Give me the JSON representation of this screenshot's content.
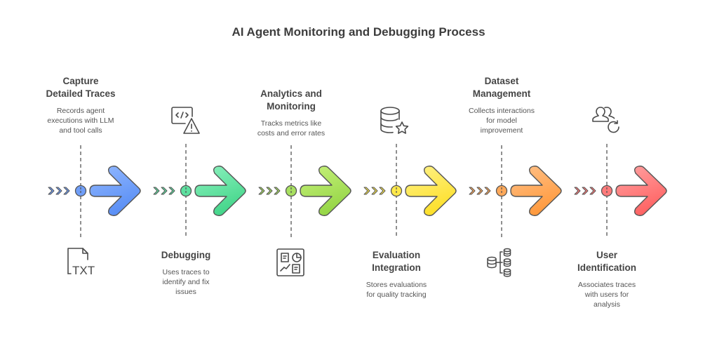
{
  "title": "AI Agent Monitoring and Debugging Process",
  "steps": [
    {
      "heading": "Capture Detailed Traces",
      "heading_lines": [
        "Capture",
        "Detailed Traces"
      ],
      "description": "Records agent executions with LLM and tool calls",
      "position": "top",
      "color": "#6f9ef8",
      "icon": "txt-file-icon"
    },
    {
      "heading": "Debugging",
      "heading_lines": [
        "Debugging"
      ],
      "description": "Uses traces to identify and fix issues",
      "position": "bottom",
      "color": "#5ee0a0",
      "icon": "code-warning-icon"
    },
    {
      "heading": "Analytics and Monitoring",
      "heading_lines": [
        "Analytics and",
        "Monitoring"
      ],
      "description": "Tracks metrics like costs and error rates",
      "position": "top",
      "color": "#a8e060",
      "icon": "dashboard-icon"
    },
    {
      "heading": "Evaluation Integration",
      "heading_lines": [
        "Evaluation",
        "Integration"
      ],
      "description": "Stores evaluations for quality tracking",
      "position": "bottom",
      "color": "#fde84a",
      "icon": "database-star-icon"
    },
    {
      "heading": "Dataset Management",
      "heading_lines": [
        "Dataset",
        "Management"
      ],
      "description": "Collects interactions for model improvement",
      "position": "top",
      "color": "#ffa95a",
      "icon": "database-tree-icon"
    },
    {
      "heading": "User Identification",
      "heading_lines": [
        "User",
        "Identification"
      ],
      "description": "Associates traces with users for analysis",
      "position": "bottom",
      "color": "#ff7b7b",
      "icon": "users-refresh-icon"
    }
  ],
  "texts": {
    "s0_h1": "Capture",
    "s0_h2": "Detailed Traces",
    "s0_d1": "Records agent",
    "s0_d2": "executions with LLM",
    "s0_d3": "and tool calls",
    "s1_h1": "Debugging",
    "s1_d1": "Uses traces to",
    "s1_d2": "identify and fix",
    "s1_d3": "issues",
    "s2_h1": "Analytics and",
    "s2_h2": "Monitoring",
    "s2_d1": "Tracks metrics like",
    "s2_d2": "costs and error rates",
    "s3_h1": "Evaluation",
    "s3_h2": "Integration",
    "s3_d1": "Stores evaluations",
    "s3_d2": "for quality tracking",
    "s4_h1": "Dataset",
    "s4_h2": "Management",
    "s4_d1": "Collects interactions",
    "s4_d2": "for model",
    "s4_d3": "improvement",
    "s5_h1": "User",
    "s5_h2": "Identification",
    "s5_d1": "Associates traces",
    "s5_d2": "with users for",
    "s5_d3": "analysis",
    "txt_label": "TXT"
  }
}
